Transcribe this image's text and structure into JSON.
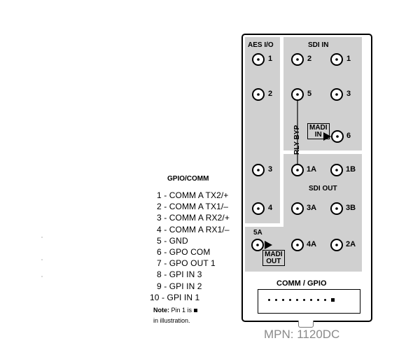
{
  "gpio": {
    "title": "GPIO/COMM",
    "pins": [
      "1 - COMM A TX2/+",
      "2 - COMM A TX1/–",
      "3 - COMM A RX2/+",
      "4 - COMM A RX1/–",
      "5 - GND",
      "6 - GPO COM",
      "7 - GPO OUT 1",
      "8 - GPI IN 3",
      "9 - GPI IN 2",
      "10 - GPI IN 1"
    ],
    "note_label": "Note:",
    "note_text": "Pin 1 is",
    "note_line2": "in illustration."
  },
  "card": {
    "aes_title": "AES I/O",
    "sdi_in_title": "SDI IN",
    "sdi_out_title": "SDI OUT",
    "rly_byp": "RLY BYP",
    "madi_in": [
      "MADI",
      "IN"
    ],
    "madi_out": [
      "MADI",
      "OUT"
    ],
    "label_5a": "5A",
    "connectors": {
      "aes1": "1",
      "aes2": "2",
      "aes3": "3",
      "aes4": "4",
      "in2": "2",
      "in1": "1",
      "in5": "5",
      "in3": "3",
      "in6": "6",
      "out1a": "1A",
      "out1b": "1B",
      "out3a": "3A",
      "out3b": "3B",
      "out4a": "4A",
      "out2a": "2A"
    },
    "comm_title": "COMM / GPIO",
    "comm_pin_count": 10
  },
  "mpn": "MPN: 1120DC"
}
